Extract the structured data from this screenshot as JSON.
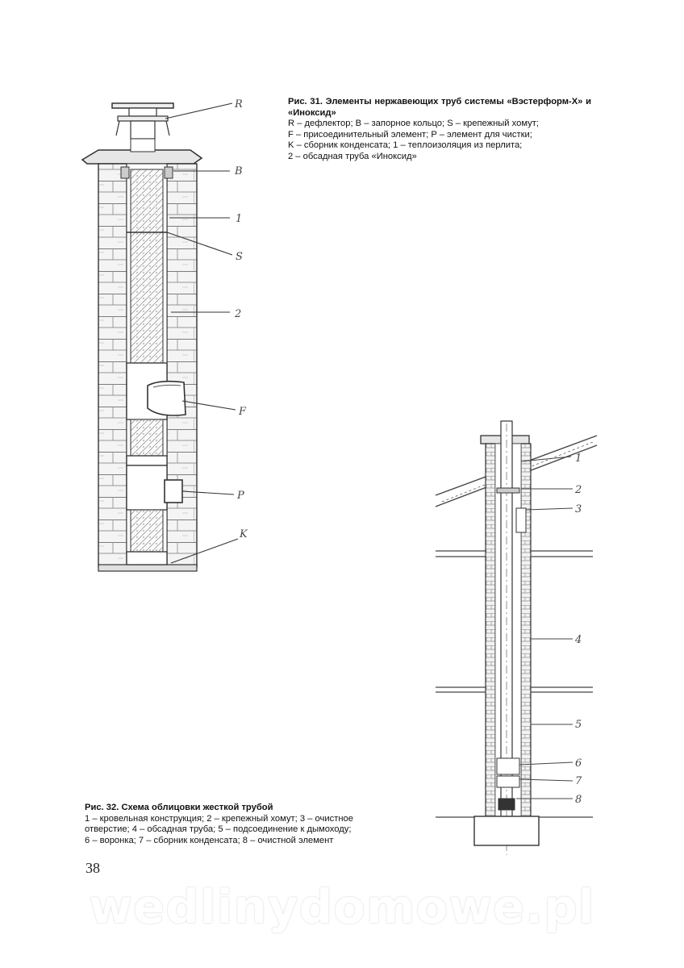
{
  "figure31": {
    "caption_title": "Рис. 31. Элементы нержавеющих труб системы «Вэстерформ-Х» и «Иноксид»",
    "caption_lines": [
      "R – дефлектор; B – запорное кольцо; S – крепежный хомут;",
      "F – присоединительный элемент; P – элемент для чистки;",
      "K – сборник конденсата; 1 – теплоизоляция из перлита;",
      "2 – обсадная труба «Иноксид»"
    ],
    "labels": {
      "R": "R",
      "B": "B",
      "one": "1",
      "S": "S",
      "two": "2",
      "F": "F",
      "P": "P",
      "K": "K"
    }
  },
  "figure32": {
    "caption_title": "Рис. 32. Схема облицовки жесткой трубой",
    "caption_lines": [
      "1 – кровельная конструкция; 2 – крепежный хомут; 3 – очистное",
      "отверстие; 4 – обсадная труба; 5 – подсоединение к дымоходу;",
      "6 – воронка; 7 – сборник конденсата; 8 – очистной элемент"
    ],
    "labels": [
      "1",
      "2",
      "3",
      "4",
      "5",
      "6",
      "7",
      "8"
    ]
  },
  "page_number": "38",
  "watermark": "wedlinydomowe.pl"
}
